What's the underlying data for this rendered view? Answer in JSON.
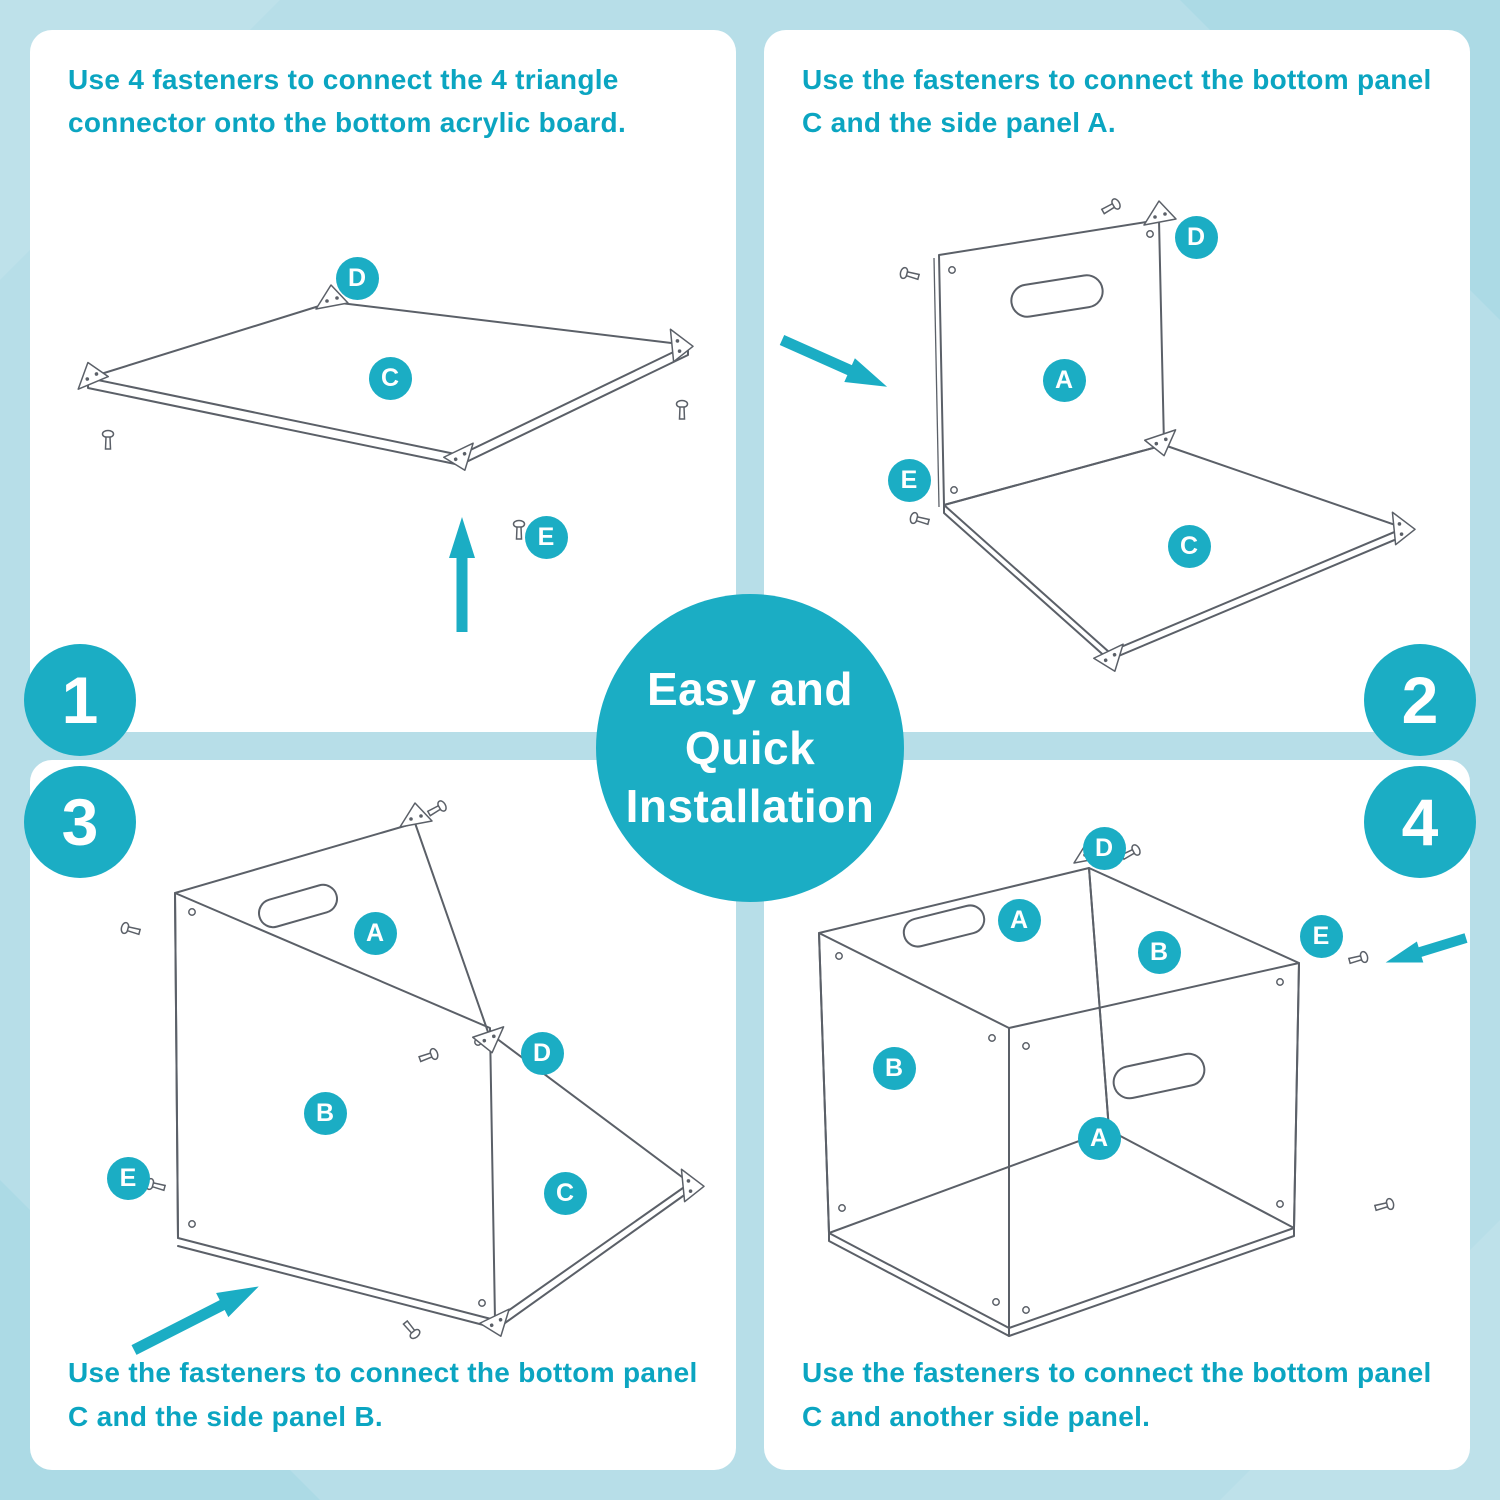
{
  "page": {
    "background_color": "#b7dee8",
    "accent_color": "#1badc4",
    "caption_color": "#0ba5c1",
    "panel_color": "#ffffff",
    "line_color": "#5b6068"
  },
  "center_badge": {
    "lines": [
      "Easy and",
      "Quick",
      "Installation"
    ]
  },
  "steps": [
    {
      "number": "1",
      "caption": "Use 4 fasteners to connect the 4 triangle connector onto the bottom acrylic board.",
      "labels": [
        "D",
        "C",
        "E"
      ]
    },
    {
      "number": "2",
      "caption": "Use the fasteners to connect the bottom panel C and the side panel A.",
      "labels": [
        "D",
        "A",
        "E",
        "C"
      ]
    },
    {
      "number": "3",
      "caption": "Use the fasteners to connect the bottom panel C and the side panel B.",
      "labels": [
        "A",
        "D",
        "B",
        "C",
        "E"
      ]
    },
    {
      "number": "4",
      "caption": "Use the fasteners to connect the bottom panel C and another side panel.",
      "labels": [
        "D",
        "A",
        "B",
        "E",
        "B",
        "A"
      ]
    }
  ]
}
